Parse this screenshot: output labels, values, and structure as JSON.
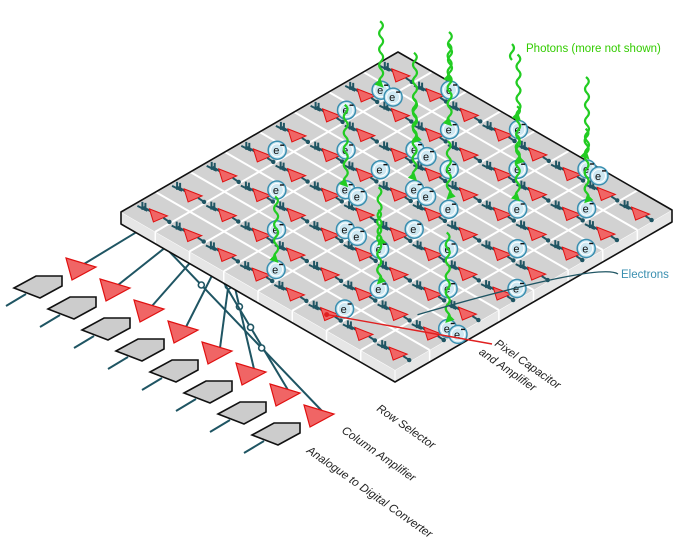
{
  "title": "CMOS image sensor pixel array",
  "grid": {
    "rows": 8,
    "cols": 8
  },
  "labels": {
    "photons": "Photons (more not shown)",
    "electrons": "Electrons",
    "pixel_line1": "Pixel Capacitor",
    "pixel_line2": "and Amplifier",
    "row_selector": "Row Selector",
    "column_amplifier": "Column Amplifier",
    "adc": "Analogue to Digital Converter"
  },
  "electron_symbol": "e",
  "colors": {
    "photon": "#22cc22",
    "photon_label": "#33cc00",
    "electron_fill": "#cde8f2",
    "electron_stroke": "#3a8fb0",
    "electron_label": "#3a8fb0",
    "amplifier": "#f06565",
    "amplifier_stroke": "#e01010",
    "wire": "#1f5563",
    "board_top": "#d2d2d2",
    "board_edge": "#e6e6e6",
    "grid_line": "#ffffff",
    "adc_fill": "#cccccc",
    "pointer_red": "#e02020",
    "text_dark": "#222222"
  },
  "electrons": [
    [
      0,
      1
    ],
    [
      0,
      3
    ],
    [
      0,
      5
    ],
    [
      0,
      5.35
    ],
    [
      1,
      0
    ],
    [
      1,
      0.35
    ],
    [
      1,
      2
    ],
    [
      1,
      4
    ],
    [
      1,
      6
    ],
    [
      2,
      0
    ],
    [
      2,
      2
    ],
    [
      2,
      2.35
    ],
    [
      2,
      3
    ],
    [
      2,
      5
    ],
    [
      2,
      7
    ],
    [
      3,
      1
    ],
    [
      3,
      2
    ],
    [
      3,
      3
    ],
    [
      3,
      3.35
    ],
    [
      3,
      4
    ],
    [
      3,
      6
    ],
    [
      4,
      0
    ],
    [
      4,
      2
    ],
    [
      4,
      2.35
    ],
    [
      4,
      4
    ],
    [
      4,
      5
    ],
    [
      4,
      7
    ],
    [
      5,
      1
    ],
    [
      5,
      3
    ],
    [
      5,
      3.35
    ],
    [
      5,
      4
    ],
    [
      5,
      6
    ],
    [
      6,
      2
    ],
    [
      6,
      5
    ],
    [
      6,
      7
    ],
    [
      6,
      7.3
    ],
    [
      7,
      3
    ],
    [
      7,
      5
    ]
  ],
  "photons": [
    [
      0,
      1
    ],
    [
      0,
      3
    ],
    [
      0,
      5
    ],
    [
      1,
      0
    ],
    [
      1,
      2
    ],
    [
      1,
      4
    ],
    [
      1,
      6
    ],
    [
      2,
      2
    ],
    [
      2,
      5
    ],
    [
      3,
      3
    ],
    [
      3,
      4
    ],
    [
      4,
      2
    ],
    [
      5,
      4
    ],
    [
      6,
      5
    ],
    [
      6,
      7
    ],
    [
      7,
      3
    ]
  ]
}
